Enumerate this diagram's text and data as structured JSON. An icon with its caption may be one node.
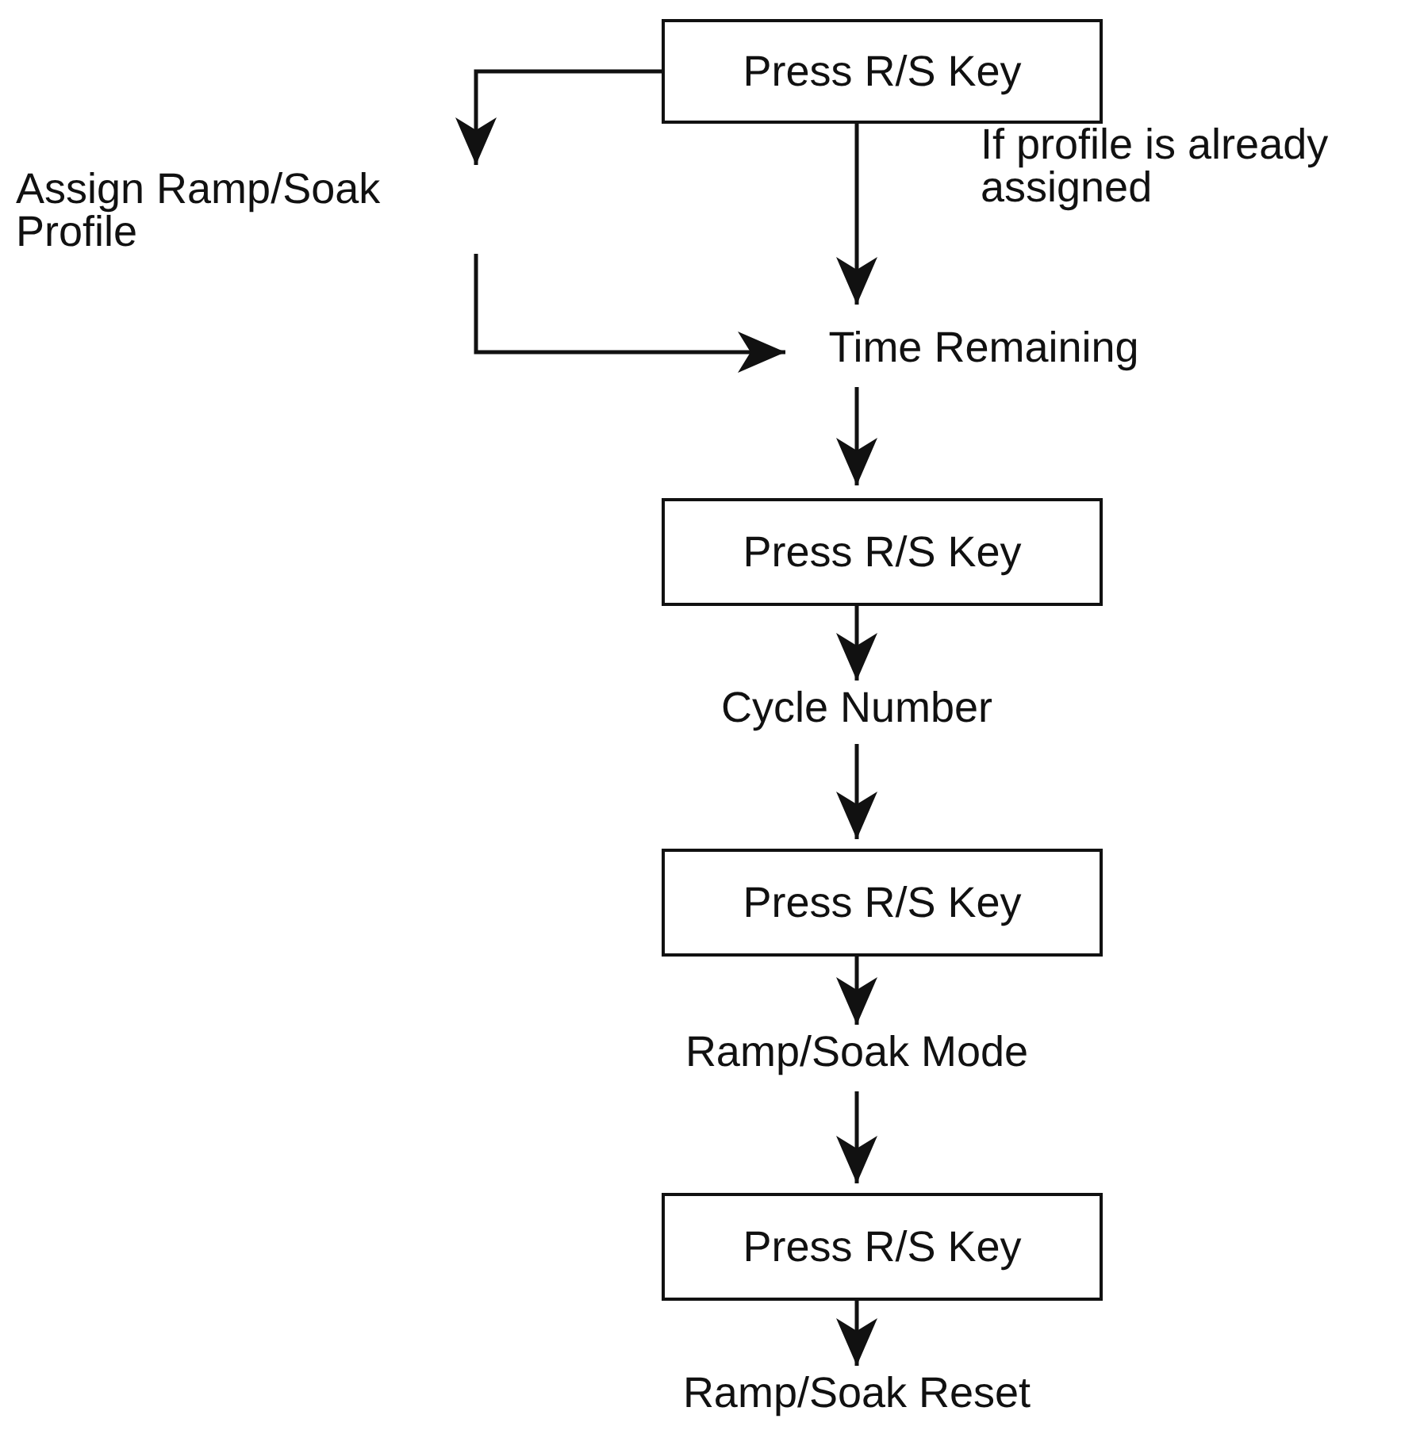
{
  "diagram": {
    "nodes": [
      {
        "text": [
          "Press R/S Key"
        ]
      },
      {
        "text": [
          "Assign Ramp/Soak Profile"
        ]
      },
      {
        "text": [
          "Time Remaining"
        ]
      },
      {
        "text": [
          "Press R/S Key"
        ]
      },
      {
        "text": [
          "Cycle Number"
        ]
      },
      {
        "text": [
          "Press R/S Key"
        ]
      },
      {
        "text": [
          "Ramp/Soak Mode"
        ]
      },
      {
        "text": [
          "Press R/S Key"
        ]
      },
      {
        "text": [
          "Ramp/Soak Reset"
        ]
      }
    ],
    "edges": [
      {
        "from": 0,
        "to": 1,
        "arrow": "to"
      },
      {
        "from": 0,
        "to": 2,
        "arrow": "to",
        "label": "If profile is already assigned"
      },
      {
        "from": 1,
        "to": 2,
        "arrow": "to"
      },
      {
        "from": 2,
        "to": 3,
        "arrow": "to"
      },
      {
        "from": 3,
        "to": 4,
        "arrow": "to"
      },
      {
        "from": 4,
        "to": 5,
        "arrow": "to"
      },
      {
        "from": 5,
        "to": 6,
        "arrow": "to"
      },
      {
        "from": 6,
        "to": 7,
        "arrow": "to"
      },
      {
        "from": 7,
        "to": 8,
        "arrow": "to"
      }
    ]
  }
}
